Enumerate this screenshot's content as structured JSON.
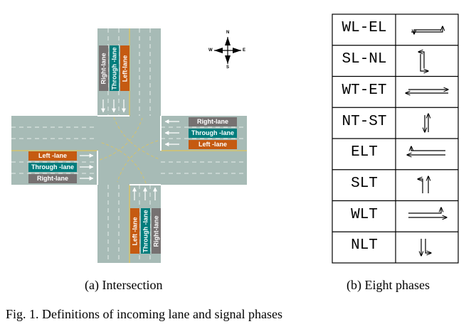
{
  "intersection": {
    "north_labels": [
      "Right-lane",
      "Through -lane",
      "Left-lane"
    ],
    "east_labels": [
      "Right-lane",
      "Through -lane",
      "Left -lane"
    ],
    "west_labels": [
      "Left -lane",
      "Through -lane",
      "Right-lane"
    ],
    "south_labels": [
      "Left -lane",
      "Through -lane",
      "Right-lane"
    ],
    "compass": {
      "n": "N",
      "s": "S",
      "e": "E",
      "w": "W"
    },
    "colors": {
      "road": "#a7bbb6",
      "left": "#c55a11",
      "through": "#007d7d",
      "right": "#767171",
      "center_line": "#d6c36a"
    }
  },
  "phases": [
    {
      "code": "WL-EL",
      "icon": "wl-el-arrows"
    },
    {
      "code": "SL-NL",
      "icon": "sl-nl-arrows"
    },
    {
      "code": "WT-ET",
      "icon": "wt-et-arrows"
    },
    {
      "code": "NT-ST",
      "icon": "nt-st-arrows"
    },
    {
      "code": "ELT",
      "icon": "elt-arrows"
    },
    {
      "code": "SLT",
      "icon": "slt-arrows"
    },
    {
      "code": "WLT",
      "icon": "wlt-arrows"
    },
    {
      "code": "NLT",
      "icon": "nlt-arrows"
    }
  ],
  "captions": {
    "a": "(a) Intersection",
    "b": "(b) Eight phases",
    "figure": "Fig. 1.   Definitions of incoming lane and signal phases"
  }
}
